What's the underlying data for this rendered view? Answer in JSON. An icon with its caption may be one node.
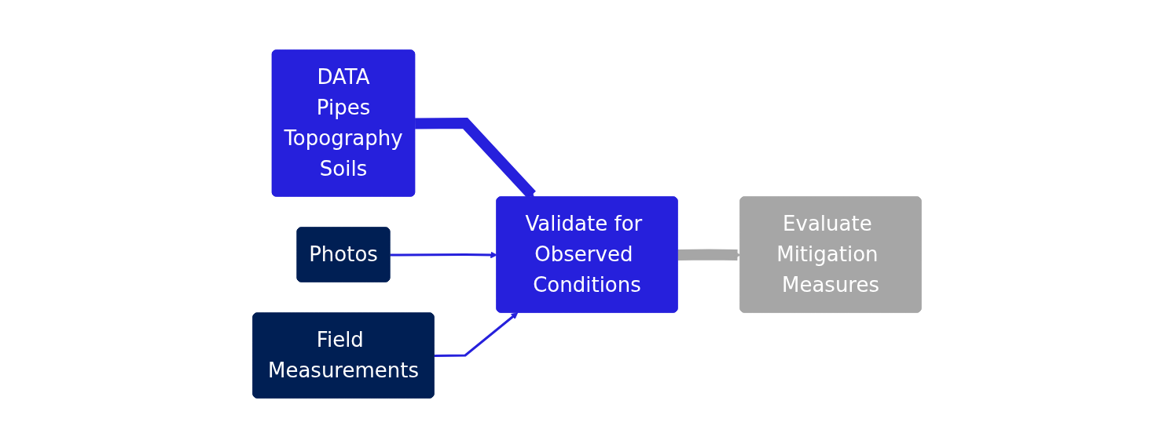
{
  "diagram": {
    "nodes": [
      {
        "text": [
          "DATA",
          "Pipes",
          "Topography",
          "Soils"
        ]
      },
      {
        "text": [
          "Photos"
        ]
      },
      {
        "text": [
          "Validate for Observed Conditions"
        ]
      },
      {
        "text": [
          "Field Measurements"
        ]
      },
      {
        "text": [
          "Evaluate Mitigation Measures"
        ]
      }
    ],
    "edges": [
      {
        "from": 0,
        "to": 2,
        "arrow": "to",
        "style": "thick"
      },
      {
        "from": 1,
        "to": 2,
        "arrow": "to"
      },
      {
        "from": 3,
        "to": 2,
        "arrow": "to"
      },
      {
        "from": 2,
        "to": 4,
        "arrow": "to",
        "style": "thick",
        "color": "#a6a6a6"
      }
    ]
  }
}
